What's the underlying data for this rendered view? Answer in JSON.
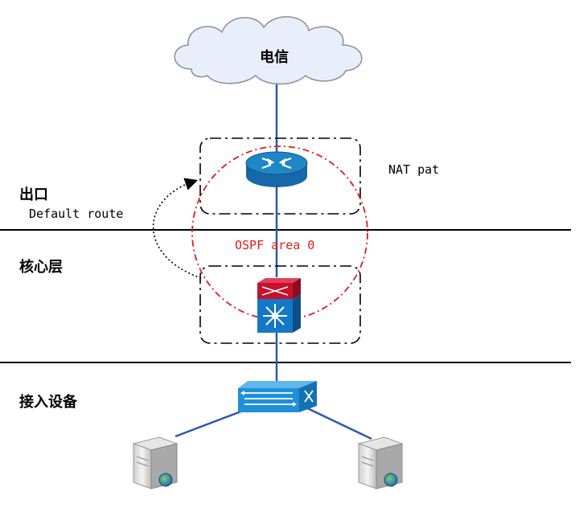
{
  "isp": {
    "label": "电信"
  },
  "zones": {
    "egress": "出口",
    "core": "核心层",
    "access": "接入设备"
  },
  "annotations": {
    "nat": "NAT pat",
    "default_route": "Default route",
    "ospf": "OSPF area 0"
  },
  "colors": {
    "link": "#2b58b2",
    "ospf": "#e21b1b",
    "router": "#1e86c4",
    "switch_top": "#c8102e",
    "switch_bottom": "#1478c8"
  },
  "icons": [
    "cloud-icon",
    "router-icon",
    "core-switch-icon",
    "access-switch-icon",
    "server-icon",
    "server-icon"
  ]
}
